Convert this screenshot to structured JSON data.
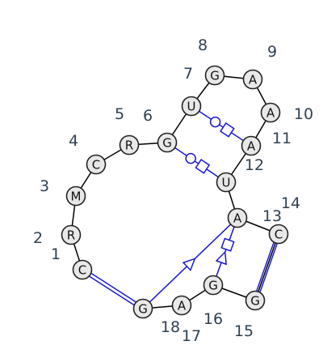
{
  "nucleotides": [
    {
      "id": 1,
      "letter": "C",
      "index_label": "1"
    },
    {
      "id": 2,
      "letter": "R",
      "index_label": "2"
    },
    {
      "id": 3,
      "letter": "M",
      "index_label": "3"
    },
    {
      "id": 4,
      "letter": "C",
      "index_label": "4"
    },
    {
      "id": 5,
      "letter": "R",
      "index_label": "5"
    },
    {
      "id": 6,
      "letter": "G",
      "index_label": "6"
    },
    {
      "id": 7,
      "letter": "U",
      "index_label": "7"
    },
    {
      "id": 8,
      "letter": "G",
      "index_label": "8"
    },
    {
      "id": 9,
      "letter": "A",
      "index_label": "9"
    },
    {
      "id": 10,
      "letter": "A",
      "index_label": "10"
    },
    {
      "id": 11,
      "letter": "A",
      "index_label": "11"
    },
    {
      "id": 12,
      "letter": "U",
      "index_label": "12"
    },
    {
      "id": 13,
      "letter": "A",
      "index_label": "13"
    },
    {
      "id": 14,
      "letter": "C",
      "index_label": "14"
    },
    {
      "id": 15,
      "letter": "G",
      "index_label": "15"
    },
    {
      "id": 16,
      "letter": "G",
      "index_label": "16"
    },
    {
      "id": 17,
      "letter": "A",
      "index_label": "17"
    },
    {
      "id": 18,
      "letter": "G",
      "index_label": "18"
    }
  ],
  "base_pairs": [
    {
      "a": 1,
      "b": 18,
      "type": "double"
    },
    {
      "a": 14,
      "b": 15,
      "type": "double"
    },
    {
      "a": 7,
      "b": 11,
      "type": "circle-square"
    },
    {
      "a": 6,
      "b": 12,
      "type": "circle-square"
    },
    {
      "a": 13,
      "b": 16,
      "type": "square-triangle"
    },
    {
      "a": 13,
      "b": 18,
      "type": "triangle"
    }
  ],
  "colors": {
    "pair": "#1a1ad6",
    "backbone": "#000000",
    "node_fill": "#e8e8e8",
    "index_text": "#2f4153"
  }
}
